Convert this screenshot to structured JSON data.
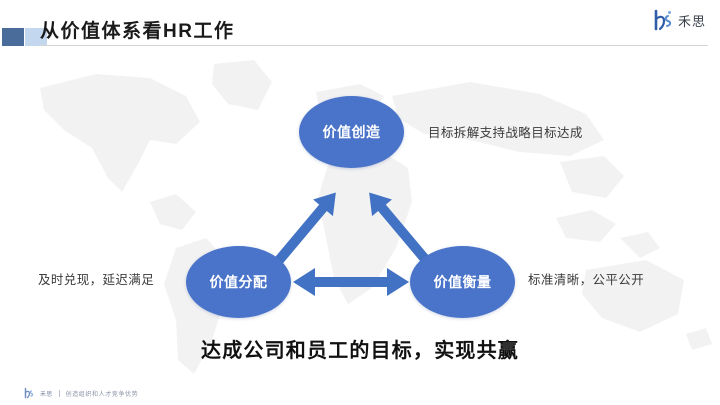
{
  "header": {
    "title": "从价值体系看HR工作",
    "accent_dark_color": "#4a6c9b",
    "accent_light_color": "#c3d7ef"
  },
  "brand": {
    "mark_icon": "hs-monogram-icon",
    "name": "禾思"
  },
  "diagram": {
    "node_color": "#4a74c9",
    "arrow_color": "#4272c4",
    "nodes": [
      {
        "id": "value-creation",
        "label": "价值创造"
      },
      {
        "id": "value-distribution",
        "label": "价值分配"
      },
      {
        "id": "value-measurement",
        "label": "价值衡量"
      }
    ],
    "annotations": [
      {
        "id": "top",
        "text": "目标拆解支持战略目标达成"
      },
      {
        "id": "left",
        "text": "及时兑现，延迟满足"
      },
      {
        "id": "right",
        "text": "标准清晰，公平公开"
      }
    ],
    "connectors": [
      {
        "id": "creation-distribution",
        "type": "double-headed-arrow"
      },
      {
        "id": "creation-measurement",
        "type": "double-headed-arrow"
      },
      {
        "id": "distribution-measurement",
        "type": "double-headed-arrow"
      }
    ]
  },
  "headline": {
    "text": "达成公司和员工的目标，实现共赢"
  },
  "footer": {
    "mark_icon": "hs-monogram-icon",
    "name": "禾思",
    "tagline": "创造组织和人才竞争优势"
  },
  "background": {
    "watermark_icon": "world-map-watermark",
    "watermark_color": "#f0f0f1"
  }
}
